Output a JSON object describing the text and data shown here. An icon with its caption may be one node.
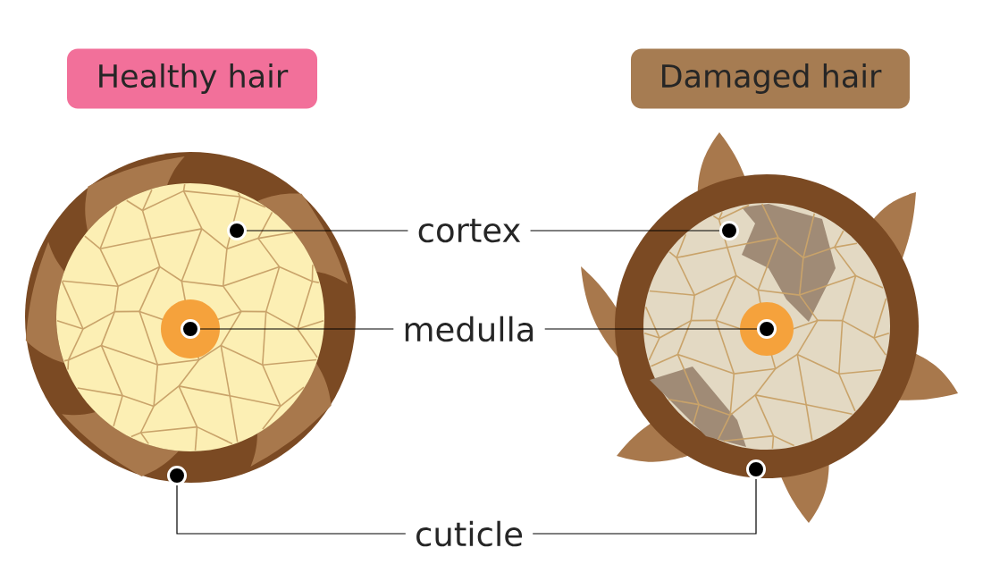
{
  "diagram": {
    "nodes": [
      {
        "text": [
          "Healthy hair"
        ]
      },
      {
        "text": [
          "Damaged hair"
        ]
      },
      {
        "text": [
          "cortex"
        ]
      },
      {
        "text": [
          "medulla"
        ]
      },
      {
        "text": [
          "cuticle"
        ]
      },
      {
        "text": [],
        "shape": "circle"
      },
      {
        "text": [],
        "shape": "circle"
      },
      {
        "text": [],
        "shape": "circle"
      },
      {
        "text": [],
        "shape": "circle"
      },
      {
        "text": [],
        "shape": "circle"
      },
      {
        "text": [],
        "shape": "circle"
      }
    ],
    "edges": [
      {
        "from": 2,
        "to": 5,
        "arrow": "none"
      },
      {
        "from": 2,
        "to": 8,
        "arrow": "none"
      },
      {
        "from": 3,
        "to": 6,
        "arrow": "none"
      },
      {
        "from": 3,
        "to": 9,
        "arrow": "none"
      },
      {
        "from": 4,
        "to": 7,
        "arrow": "none"
      },
      {
        "from": 4,
        "to": 10,
        "arrow": "none"
      }
    ]
  }
}
